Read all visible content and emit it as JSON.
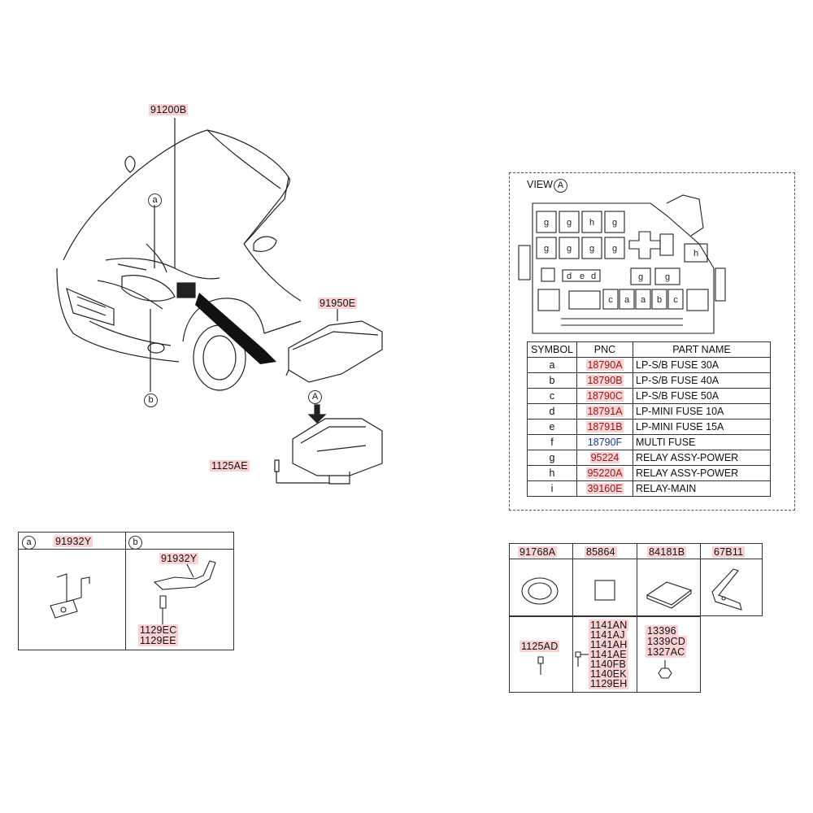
{
  "main_diagram": {
    "callout_harness": "91200B",
    "callout_cover": "91950E",
    "callout_bolt": "1125AE",
    "ref_a": "a",
    "ref_b": "b",
    "view_marker": "A"
  },
  "view_panel": {
    "title": "VIEW",
    "marker": "A",
    "fuse_box_slots": [
      "g",
      "g",
      "h",
      "g",
      "g",
      "g",
      "g",
      "g",
      "h",
      "g",
      "g",
      "d",
      "e",
      "d",
      "c",
      "a",
      "a",
      "b",
      "c"
    ],
    "table": {
      "headers": [
        "SYMBOL",
        "PNC",
        "PART NAME"
      ],
      "rows": [
        {
          "symbol": "a",
          "pnc": "18790A",
          "name": "LP-S/B FUSE 30A"
        },
        {
          "symbol": "b",
          "pnc": "18790B",
          "name": "LP-S/B FUSE 40A"
        },
        {
          "symbol": "c",
          "pnc": "18790C",
          "name": "LP-S/B FUSE 50A"
        },
        {
          "symbol": "d",
          "pnc": "18791A",
          "name": "LP-MINI FUSE 10A"
        },
        {
          "symbol": "e",
          "pnc": "18791B",
          "name": "LP-MINI FUSE 15A"
        },
        {
          "symbol": "f",
          "pnc": "18790F",
          "name": "MULTI FUSE"
        },
        {
          "symbol": "g",
          "pnc": "95224",
          "name": "RELAY ASSY-POWER"
        },
        {
          "symbol": "h",
          "pnc": "95220A",
          "name": "RELAY ASSY-POWER"
        },
        {
          "symbol": "i",
          "pnc": "39160E",
          "name": "RELAY-MAIN"
        }
      ]
    }
  },
  "detail_ab": {
    "a_ref": "a",
    "a_part": "91932Y",
    "b_ref": "b",
    "b_part": "91932Y",
    "b_screws": [
      "1129EC",
      "1129EE"
    ]
  },
  "accessory_grid": {
    "top_headers": [
      "91768A",
      "85864",
      "84181B",
      "67B11"
    ],
    "bottom_cells": [
      {
        "parts": [
          "1125AD"
        ]
      },
      {
        "parts": [
          "1141AN",
          "1141AJ",
          "1141AH",
          "1141AE",
          "1140FB",
          "1140EK",
          "1129EH"
        ]
      },
      {
        "parts": [
          "13396",
          "1339CD",
          "1327AC"
        ]
      }
    ]
  }
}
